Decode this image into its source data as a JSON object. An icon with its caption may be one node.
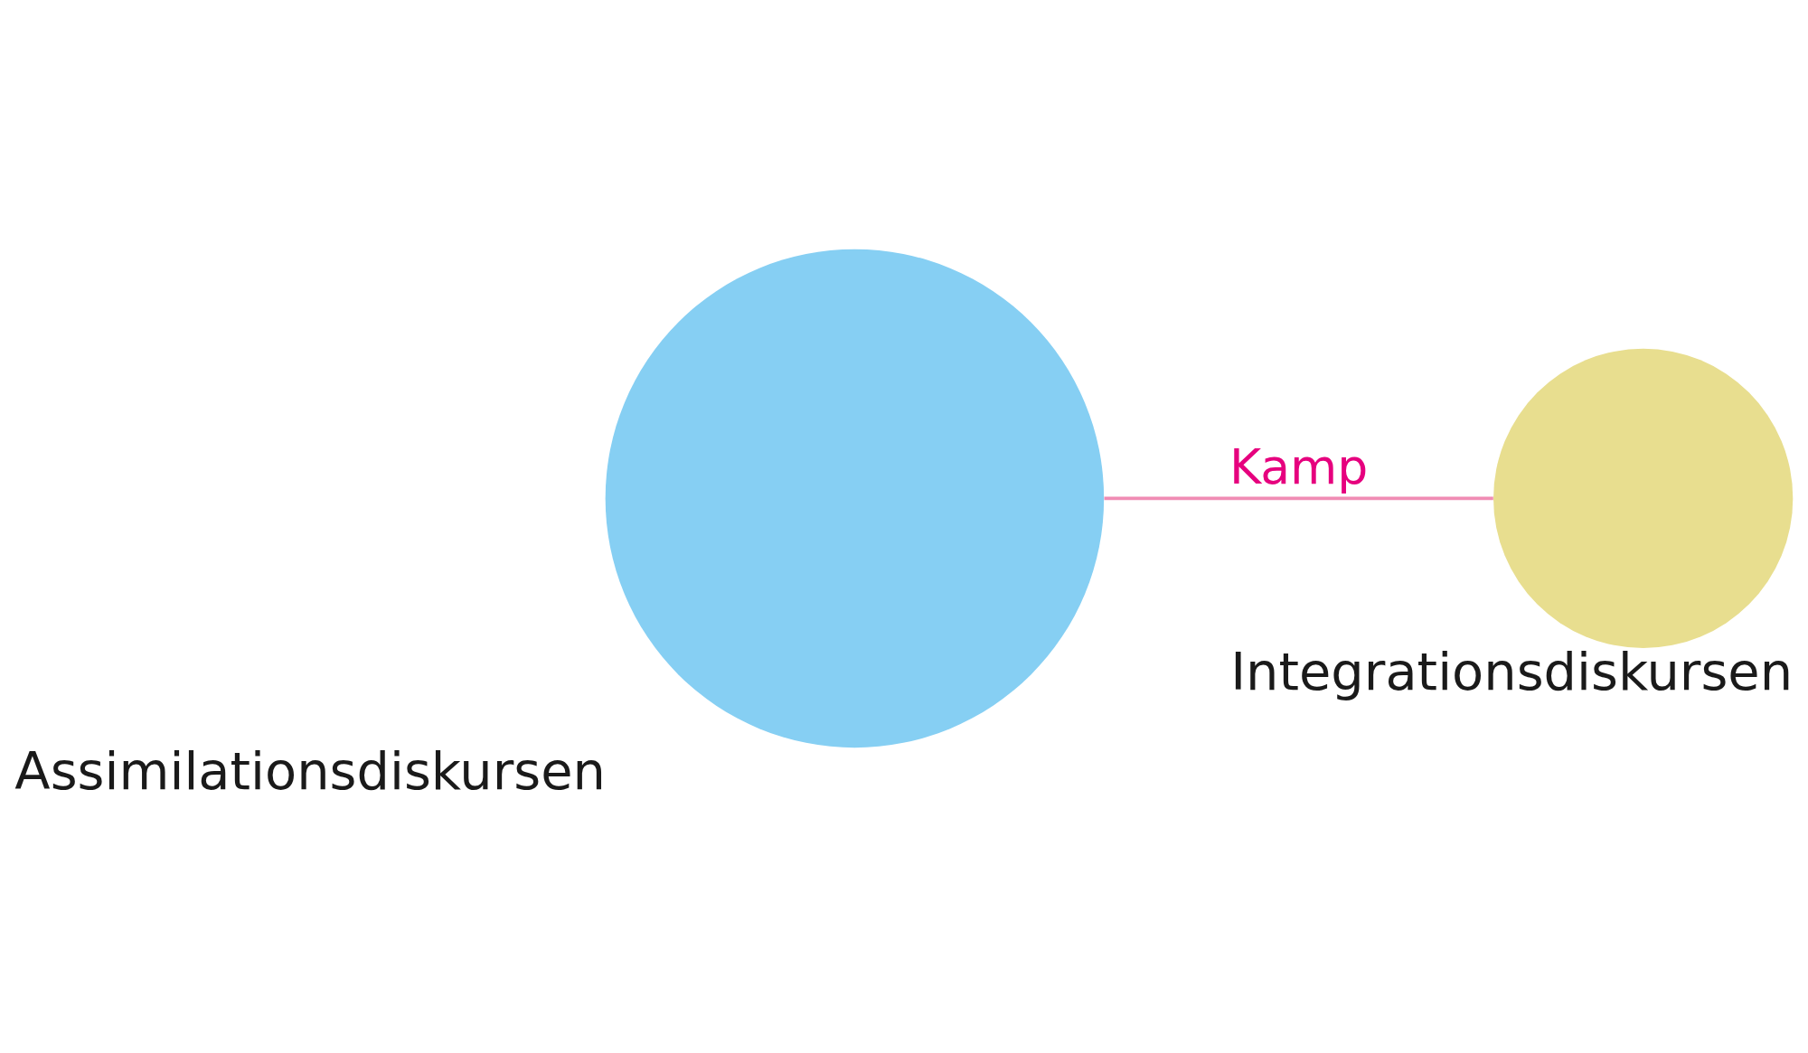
{
  "diagram": {
    "nodes": [
      {
        "text": [
          "Assimilationsdiskursen"
        ]
      },
      {
        "text": [
          "Integrationsdiskursen"
        ]
      }
    ],
    "edges": [
      {
        "from": 0,
        "to": 1,
        "arrow": "none",
        "label": "Kamp",
        "color": "#f08cb4"
      }
    ]
  }
}
